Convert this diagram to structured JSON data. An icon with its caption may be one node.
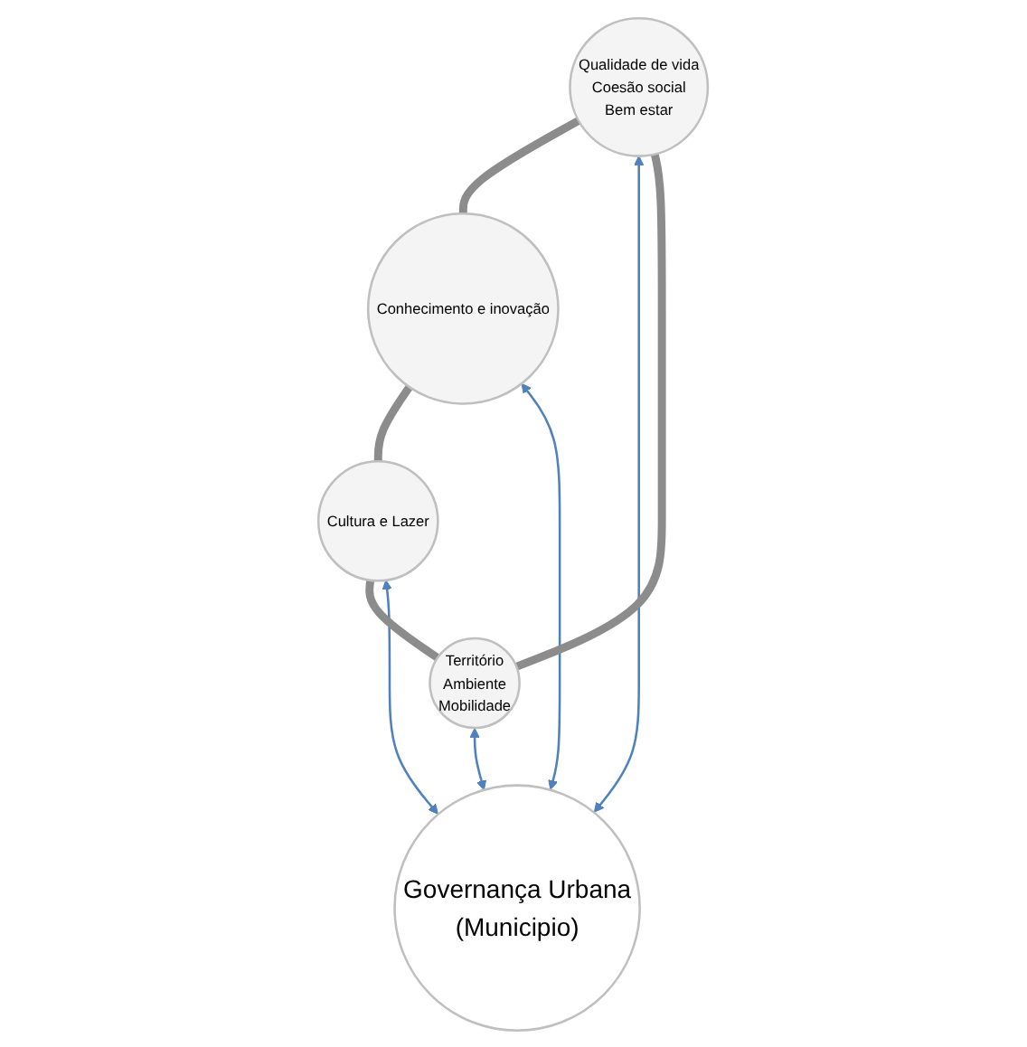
{
  "diagram": {
    "nodes": [
      {
        "text": [
          "Qualidade de vida",
          "Coesão social",
          "Bem estar"
        ]
      },
      {
        "text": [
          "Território",
          "Ambiente",
          "Mobilidade"
        ]
      },
      {
        "text": [
          "Governança Urbana",
          "(Municipio)"
        ]
      },
      {
        "text": [
          "Conhecimento e inovação"
        ]
      },
      {
        "text": [
          "Cultura e Lazer"
        ]
      }
    ],
    "edges": [
      {
        "from": 2,
        "to": 0,
        "arrow": "both"
      },
      {
        "from": 1,
        "to": 2,
        "arrow": "both"
      },
      {
        "from": 2,
        "to": 3,
        "arrow": "both"
      },
      {
        "from": 2,
        "to": 4,
        "arrow": "both"
      },
      {
        "from": 0,
        "to": 3,
        "arrow": "none",
        "style": "thick",
        "color": "#8c8c8c"
      },
      {
        "from": 3,
        "to": 4,
        "arrow": "none",
        "style": "thick",
        "color": "#8c8c8c"
      },
      {
        "from": 4,
        "to": 1,
        "arrow": "none",
        "style": "thick",
        "color": "#8c8c8c"
      },
      {
        "from": 1,
        "to": 0,
        "arrow": "none",
        "style": "thick",
        "color": "#8c8c8c"
      }
    ]
  }
}
